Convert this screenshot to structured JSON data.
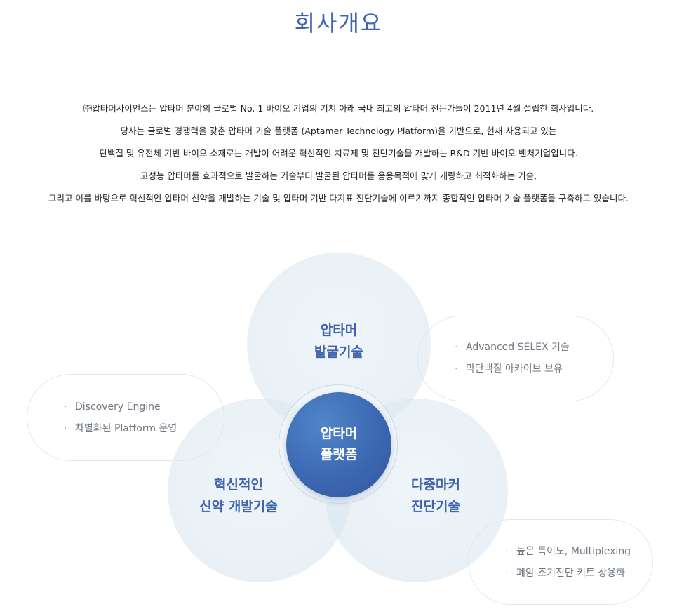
{
  "page": {
    "title": "회사개요"
  },
  "intro": {
    "lines": [
      "㈜압타머사이언스는 압타머 분야의 글로벌 No. 1 바이오 기업의 기치 아래 국내 최고의 압타머 전문가들이 2011년 4월 설립한 회사입니다.",
      "당사는 글로벌 경쟁력을 갖춘 압타머 기술 플랫폼 (Aptamer Technology Platform)을 기반으로, 현재 사용되고 있는",
      "단백질 및 유전체 기반 바이오 소재로는 개발이 어려운 혁신적인 치료제 및 진단기술을 개발하는 R&D 기반 바이오 벤처기업입니다.",
      "고성능 압타머를 효과적으로 발굴하는 기술부터 발굴된 압타머를 응용목적에 맞게 개량하고 최적화하는 기술,",
      "그리고 이를 바탕으로 혁신적인 압타머 신약을 개발하는 기술 및 압타머 기반 다지표 진단기술에 이르기까지 종합적인 압타머 기술 플랫폼을 구축하고 있습니다."
    ]
  },
  "diagram": {
    "center": {
      "line1": "압타머",
      "line2": "플랫폼"
    },
    "discovery": {
      "line1": "압타머",
      "line2": "발굴기술",
      "bullet": "·",
      "items": [
        "Advanced SELEX 기술",
        "막단백질 아카이브 보유"
      ]
    },
    "drug": {
      "line1": "혁신적인",
      "line2": "신약 개발기술",
      "bullet": "·",
      "items": [
        "Discovery Engine",
        "차별화된 Platform 운영"
      ]
    },
    "diagnostics": {
      "line1": "다중마커",
      "line2": "진단기술",
      "bullet": "·",
      "items": [
        "높은 특이도, Multiplexing",
        "폐암 조기진단 키트 상용화"
      ]
    }
  },
  "colors": {
    "accent": "#3f63ad",
    "center_fill": "#3c68b1",
    "circle_fill": "#dde9f1",
    "bullet_text": "#6f7780"
  }
}
